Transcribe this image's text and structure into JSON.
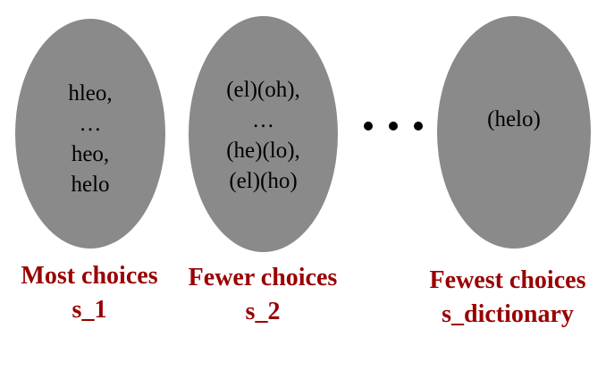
{
  "groups": [
    {
      "items": [
        "hleo,",
        "…",
        "heo,",
        "helo"
      ],
      "caption": "Most choices",
      "subcaption": "s_1"
    },
    {
      "items": [
        "(el)(oh),",
        "…",
        "(he)(lo),",
        "(el)(ho)"
      ],
      "caption": "Fewer choices",
      "subcaption": "s_2"
    },
    {
      "items": [
        "(helo)"
      ],
      "caption": "Fewest choices",
      "subcaption": "s_dictionary"
    }
  ],
  "colors": {
    "ellipse_fill": "#8a8a8a",
    "caption_text": "#990000",
    "item_text": "#000000"
  },
  "ellipsis_between_groups": "• • •"
}
